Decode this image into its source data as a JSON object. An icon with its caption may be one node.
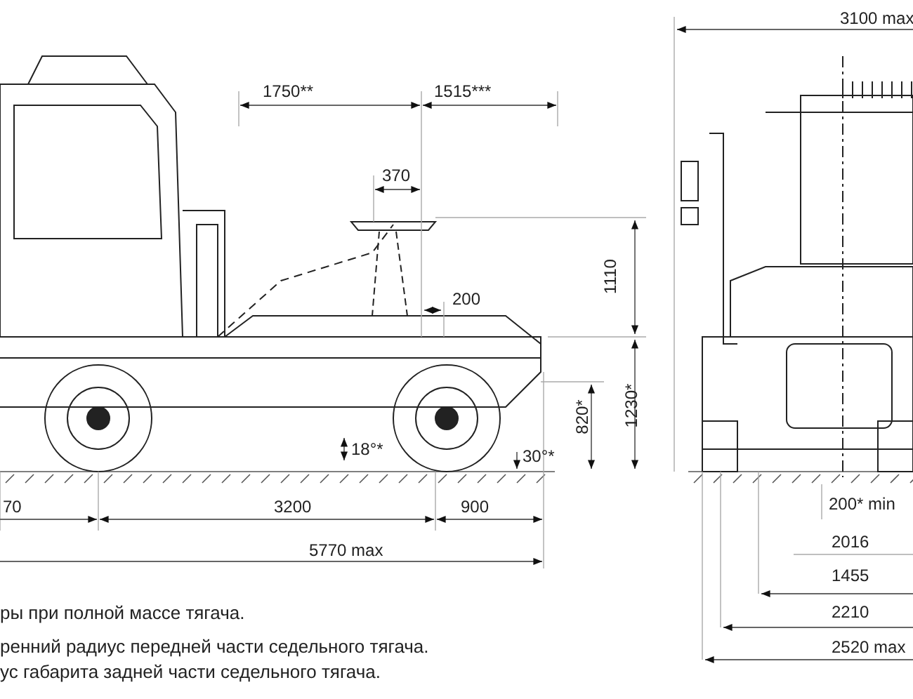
{
  "diagram": {
    "labels": [
      "3100 max",
      "1750**",
      "1515***",
      "370",
      "1110",
      "200",
      "820*",
      "1230*",
      "18°*",
      "30°*",
      "70",
      "3200",
      "900",
      "200* min",
      "5770 max",
      "2016",
      "ры при полной массе тягача.",
      "1455",
      "ренний радиус передней части седельного тягача.",
      "2210",
      "ус габарита задней части седельного тягача.",
      "2520 max"
    ]
  }
}
